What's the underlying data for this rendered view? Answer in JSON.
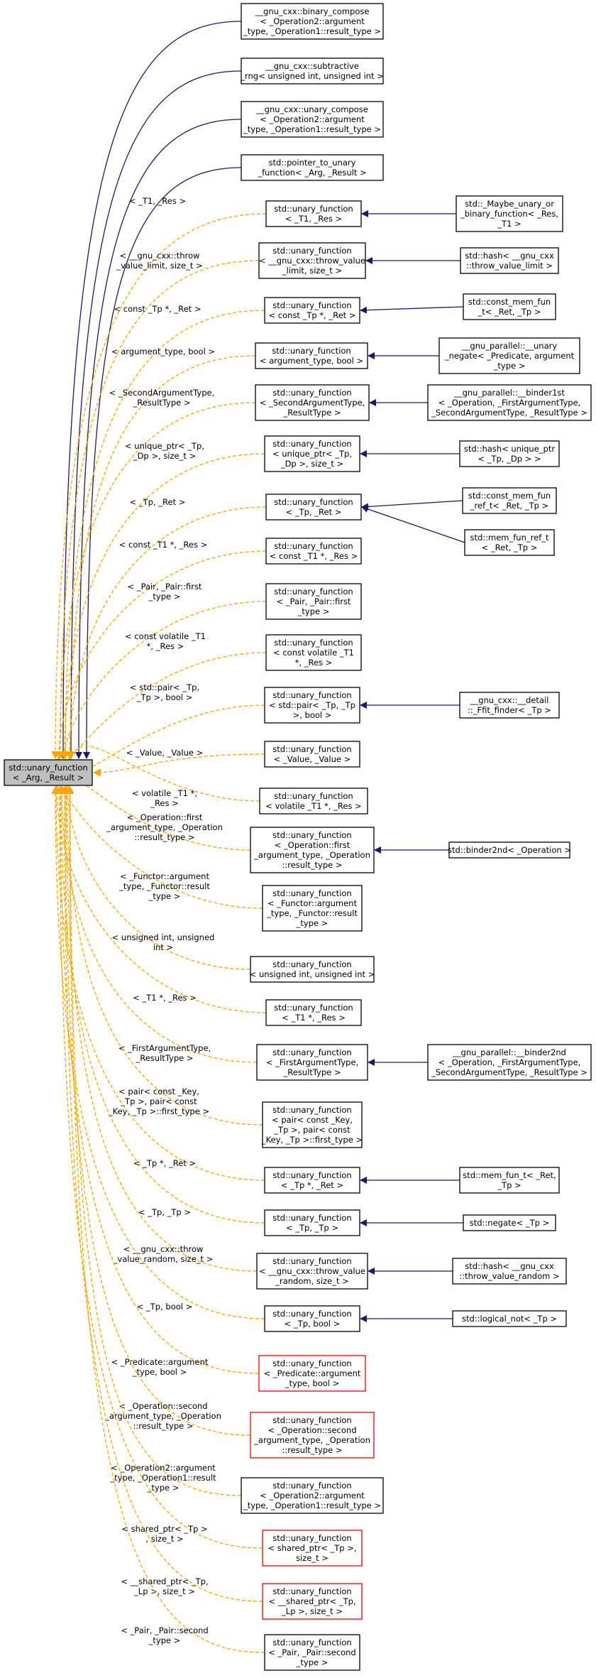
{
  "root": [
    "std::unary_function",
    "< _Arg, _Result >"
  ],
  "top_nodes": [
    [
      "__gnu_cxx::binary_compose",
      "< _Operation2::argument",
      "_type, _Operation1::result_type >"
    ],
    [
      "__gnu_cxx::subtractive",
      "_rng< unsigned int, unsigned int >"
    ],
    [
      "__gnu_cxx::unary_compose",
      "< _Operation2::argument",
      "_type, _Operation1::result_type >"
    ],
    [
      "std::pointer_to_unary",
      "_function< _Arg, _Result >"
    ]
  ],
  "inst": [
    {
      "label": [
        "< _T1, _Res >"
      ],
      "node": [
        "std::unary_function",
        "< _T1, _Res >"
      ],
      "red": false
    },
    {
      "label": [
        "< __gnu_cxx::throw",
        "_value_limit, size_t >"
      ],
      "node": [
        "std::unary_function",
        "< __gnu_cxx::throw_value",
        "_limit, size_t >"
      ],
      "red": false
    },
    {
      "label": [
        "< const _Tp *, _Ret >"
      ],
      "node": [
        "std::unary_function",
        "< const _Tp *, _Ret >"
      ],
      "red": false
    },
    {
      "label": [
        "< argument_type, bool >"
      ],
      "node": [
        "std::unary_function",
        "< argument_type, bool >"
      ],
      "red": false
    },
    {
      "label": [
        "< _SecondArgumentType,",
        "_ResultType >"
      ],
      "node": [
        "std::unary_function",
        "< _SecondArgumentType,",
        "_ResultType >"
      ],
      "red": false
    },
    {
      "label": [
        "< unique_ptr< _Tp,",
        "_Dp >, size_t >"
      ],
      "node": [
        "std::unary_function",
        "< unique_ptr< _Tp,",
        "_Dp >, size_t >"
      ],
      "red": false
    },
    {
      "label": [
        "< _Tp, _Ret >"
      ],
      "node": [
        "std::unary_function",
        "< _Tp, _Ret >"
      ],
      "red": false
    },
    {
      "label": [
        "< const _T1 *, _Res >"
      ],
      "node": [
        "std::unary_function",
        "< const _T1 *, _Res >"
      ],
      "red": false
    },
    {
      "label": [
        "< _Pair, _Pair::first",
        "_type >"
      ],
      "node": [
        "std::unary_function",
        "< _Pair, _Pair::first",
        "_type >"
      ],
      "red": false
    },
    {
      "label": [
        "< const volatile _T1",
        "*, _Res >"
      ],
      "node": [
        "std::unary_function",
        "< const volatile _T1",
        "*, _Res >"
      ],
      "red": false
    },
    {
      "label": [
        "< std::pair< _Tp,",
        "_Tp >, bool >"
      ],
      "node": [
        "std::unary_function",
        "< std::pair< _Tp, _Tp",
        ">, bool >"
      ],
      "red": false
    },
    {
      "label": [
        "< _Value, _Value >"
      ],
      "node": [
        "std::unary_function",
        "< _Value, _Value >"
      ],
      "red": false
    },
    {
      "label": [
        "< volatile _T1 *,",
        "_Res >"
      ],
      "node": [
        "std::unary_function",
        "< volatile _T1 *, _Res >"
      ],
      "red": false
    },
    {
      "label": [
        "< _Operation::first",
        "_argument_type, _Operation",
        "::result_type >"
      ],
      "node": [
        "std::unary_function",
        "< _Operation::first",
        "_argument_type, _Operation",
        "::result_type >"
      ],
      "red": false
    },
    {
      "label": [
        "< _Functor::argument",
        "_type, _Functor::result",
        "_type >"
      ],
      "node": [
        "std::unary_function",
        "< _Functor::argument",
        "_type, _Functor::result",
        "_type >"
      ],
      "red": false
    },
    {
      "label": [
        "< unsigned int, unsigned",
        "int >"
      ],
      "node": [
        "std::unary_function",
        "< unsigned int, unsigned int >"
      ],
      "red": false
    },
    {
      "label": [
        "< _T1 *, _Res >"
      ],
      "node": [
        "std::unary_function",
        "< _T1 *, _Res >"
      ],
      "red": false
    },
    {
      "label": [
        "< _FirstArgumentType,",
        "_ResultType >"
      ],
      "node": [
        "std::unary_function",
        "< _FirstArgumentType,",
        "_ResultType >"
      ],
      "red": false
    },
    {
      "label": [
        "< pair< const _Key,",
        "_Tp >, pair< const",
        "_Key, _Tp >::first_type >"
      ],
      "node": [
        "std::unary_function",
        "< pair< const _Key,",
        "_Tp >, pair< const",
        "_Key, _Tp >::first_type >"
      ],
      "red": false
    },
    {
      "label": [
        "< _Tp *, _Ret >"
      ],
      "node": [
        "std::unary_function",
        "< _Tp *, _Ret >"
      ],
      "red": false
    },
    {
      "label": [
        "< _Tp, _Tp >"
      ],
      "node": [
        "std::unary_function",
        "< _Tp, _Tp >"
      ],
      "red": false
    },
    {
      "label": [
        "< __gnu_cxx::throw",
        "_value_random, size_t >"
      ],
      "node": [
        "std::unary_function",
        "< __gnu_cxx::throw_value",
        "_random, size_t >"
      ],
      "red": false
    },
    {
      "label": [
        "< _Tp, bool >"
      ],
      "node": [
        "std::unary_function",
        "< _Tp, bool >"
      ],
      "red": false
    },
    {
      "label": [
        "< _Predicate::argument",
        "_type, bool >"
      ],
      "node": [
        "std::unary_function",
        "< _Predicate::argument",
        "_type, bool >"
      ],
      "red": true
    },
    {
      "label": [
        "< _Operation::second",
        "_argument_type, _Operation",
        "::result_type >"
      ],
      "node": [
        "std::unary_function",
        "< _Operation::second",
        "_argument_type, _Operation",
        "::result_type >"
      ],
      "red": true
    },
    {
      "label": [
        "< _Operation2::argument",
        "_type, _Operation1::result",
        "_type >"
      ],
      "node": [
        "std::unary_function",
        "< _Operation2::argument",
        "_type, _Operation1::result_type >"
      ],
      "red": false
    },
    {
      "label": [
        "< shared_ptr< _Tp >",
        ", size_t >"
      ],
      "node": [
        "std::unary_function",
        "< shared_ptr< _Tp >,",
        "size_t >"
      ],
      "red": true
    },
    {
      "label": [
        "< __shared_ptr< _Tp,",
        "_Lp >, size_t >"
      ],
      "node": [
        "std::unary_function",
        "< __shared_ptr< _Tp,",
        "_Lp >, size_t >"
      ],
      "red": true
    },
    {
      "label": [
        "< _Pair, _Pair::second",
        "_type >"
      ],
      "node": [
        "std::unary_function",
        "< _Pair, _Pair::second",
        "_type >"
      ],
      "red": false
    }
  ],
  "derived": [
    {
      "from": 0,
      "node": [
        "std::_Maybe_unary_or",
        "_binary_function< _Res,",
        "_T1 >"
      ]
    },
    {
      "from": 1,
      "node": [
        "std::hash< __gnu_cxx",
        "::throw_value_limit >"
      ]
    },
    {
      "from": 2,
      "node": [
        "std::const_mem_fun",
        "_t< _Ret, _Tp >"
      ]
    },
    {
      "from": 3,
      "node": [
        "__gnu_parallel::__unary",
        "_negate< _Predicate, argument",
        "_type >"
      ]
    },
    {
      "from": 4,
      "node": [
        "__gnu_parallel::__binder1st",
        "< _Operation, _FirstArgumentType,",
        "_SecondArgumentType, _ResultType >"
      ]
    },
    {
      "from": 5,
      "node": [
        "std::hash< unique_ptr",
        "< _Tp, _Dp > >"
      ]
    },
    {
      "from": 6,
      "node": [
        "std::const_mem_fun",
        "_ref_t< _Ret, _Tp >"
      ]
    },
    {
      "from": 6,
      "node": [
        "std::mem_fun_ref_t",
        "< _Ret, _Tp >"
      ]
    },
    {
      "from": 10,
      "node": [
        "__gnu_cxx::__detail",
        "::_Ffit_finder< _Tp >"
      ]
    },
    {
      "from": 13,
      "node": [
        "std::binder2nd< _Operation >"
      ]
    },
    {
      "from": 17,
      "node": [
        "__gnu_parallel::__binder2nd",
        "< _Operation, _FirstArgumentType,",
        "_SecondArgumentType, _ResultType >"
      ]
    },
    {
      "from": 19,
      "node": [
        "std::mem_fun_t< _Ret,",
        "_Tp >"
      ]
    },
    {
      "from": 20,
      "node": [
        "std::negate< _Tp >"
      ]
    },
    {
      "from": 21,
      "node": [
        "std::hash< __gnu_cxx",
        "::throw_value_random >"
      ]
    },
    {
      "from": 22,
      "node": [
        "std::logical_not< _Tp >"
      ]
    }
  ]
}
